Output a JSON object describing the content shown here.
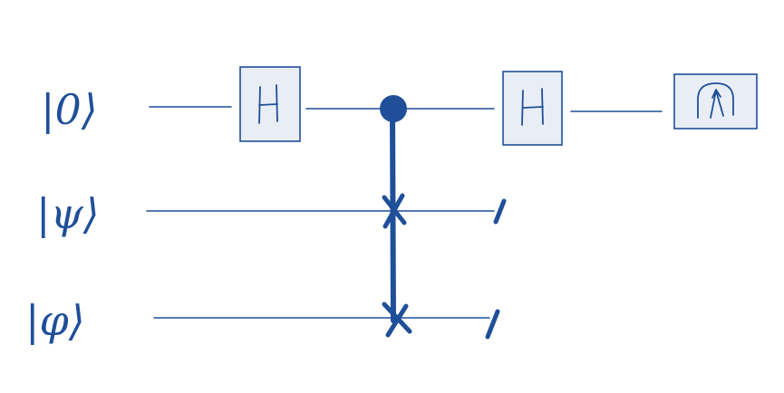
{
  "diagram": {
    "ink_color": "#1f4f99",
    "gate_fill": "#e9eef6",
    "background": "#ffffff"
  },
  "qubits": [
    {
      "label": "|0⟩"
    },
    {
      "label": "|ψ⟩"
    },
    {
      "label": "|φ⟩"
    }
  ],
  "gates": {
    "hadamard_1": {
      "label": "H"
    },
    "hadamard_2": {
      "label": "H"
    },
    "measurement": {
      "icon": "meter-icon"
    }
  },
  "controlled_swap": {
    "control": "control-dot",
    "targets": [
      "swap-cross",
      "swap-cross"
    ]
  },
  "discarded_wires": 2
}
